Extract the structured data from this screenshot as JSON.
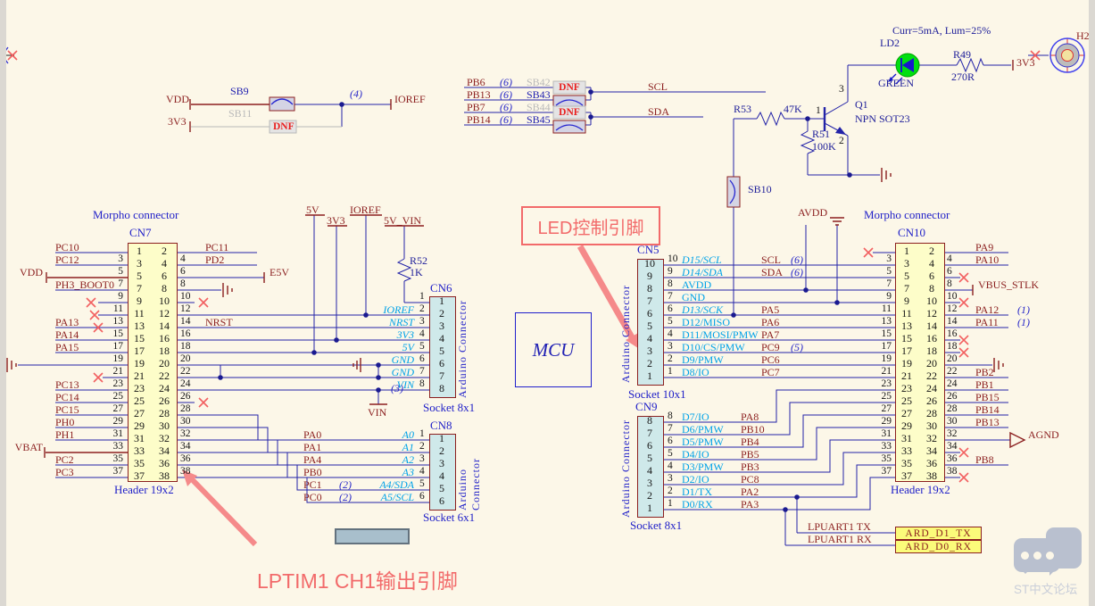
{
  "annotations": {
    "led_callout": "LED控制引脚",
    "lptim_note": "LPTIM1 CH1输出引脚"
  },
  "watermark": "ST中文论坛",
  "avdd": "AVDD",
  "top_left": {
    "vdd": "VDD",
    "v33": "3V3",
    "sb9": "SB9",
    "sb11": "SB11",
    "dnf": "DNF",
    "tag4": "(4)",
    "ioref": "IOREF"
  },
  "i2c": {
    "dnf": "DNF",
    "scl": "SCL",
    "sda": "SDA",
    "rows": [
      {
        "pin": "PB6",
        "tag": "(6)",
        "sb": "SB42",
        "gray": true,
        "dnf": true
      },
      {
        "pin": "PB13",
        "tag": "(6)",
        "sb": "SB43"
      },
      {
        "pin": "PB7",
        "tag": "(6)",
        "sb": "SB44",
        "gray": true,
        "dnf": true
      },
      {
        "pin": "PB14",
        "tag": "(6)",
        "sb": "SB45"
      }
    ]
  },
  "led": {
    "note": "Curr=5mA, Lum=25%",
    "ld2": "LD2",
    "color_label": "GREEN",
    "r49": "R49",
    "r49_value": "270R",
    "v33": "3V3",
    "h2": "H2",
    "r53": "R53",
    "r53_value": "47K",
    "q1": "Q1",
    "q1_type": "NPN SOT23",
    "r51": "R51",
    "r51_value": "100K",
    "sb10": "SB10",
    "pin1": "1",
    "pin2": "2",
    "pin3": "3"
  },
  "cn6_rails": {
    "v5": "5V",
    "v33": "3V3",
    "ioref": "IOREF",
    "v5vin": "5V_VIN",
    "r52": "R52",
    "r52_value": "1K",
    "vin": "VIN",
    "tag3": "(3)"
  },
  "cn7": {
    "title": "Morpho connector",
    "ref": "CN7",
    "footer": "Header 19x2",
    "rows": [
      {
        "n": [
          "1",
          "2"
        ],
        "l": {
          "lbl": "PC10"
        },
        "r": {
          "lbl": "PC11"
        }
      },
      {
        "n": [
          "3",
          "4"
        ],
        "l": {
          "num": "3",
          "lbl": "PC12"
        },
        "r": {
          "num": "4",
          "lbl": "PD2"
        }
      },
      {
        "n": [
          "5",
          "6"
        ],
        "l": {
          "num": "5",
          "port": "VDD"
        },
        "r": {
          "num": "6",
          "port": "E5V"
        }
      },
      {
        "n": [
          "7",
          "8"
        ],
        "l": {
          "num": "7",
          "lbl": "PH3_BOOT0"
        },
        "r": {
          "num": "8",
          "gnd": true
        }
      },
      {
        "n": [
          "9",
          "10"
        ],
        "l": {
          "num": "9",
          "x": true
        },
        "r": {
          "num": "10",
          "x": true
        }
      },
      {
        "n": [
          "11",
          "12"
        ],
        "l": {
          "num": "11",
          "x": true
        },
        "r": {
          "num": "12"
        }
      },
      {
        "n": [
          "13",
          "14"
        ],
        "l": {
          "num": "13",
          "lbl": "PA13",
          "x": true
        },
        "r": {
          "num": "14",
          "lbl": "NRST"
        }
      },
      {
        "n": [
          "15",
          "16"
        ],
        "l": {
          "num": "15",
          "lbl": "PA14"
        },
        "r": {
          "num": "16"
        }
      },
      {
        "n": [
          "17",
          "18"
        ],
        "l": {
          "num": "17",
          "lbl": "PA15"
        },
        "r": {
          "num": "18"
        }
      },
      {
        "n": [
          "19",
          "20"
        ],
        "l": {
          "num": "19",
          "gnd": true
        },
        "r": {
          "num": "20"
        }
      },
      {
        "n": [
          "21",
          "22"
        ],
        "l": {
          "num": "21",
          "x": true
        },
        "r": {
          "num": "22"
        }
      },
      {
        "n": [
          "23",
          "24"
        ],
        "l": {
          "num": "23",
          "lbl": "PC13"
        },
        "r": {
          "num": "24"
        }
      },
      {
        "n": [
          "25",
          "26"
        ],
        "l": {
          "num": "25",
          "lbl": "PC14"
        },
        "r": {
          "num": "26",
          "x": true
        }
      },
      {
        "n": [
          "27",
          "28"
        ],
        "l": {
          "num": "27",
          "lbl": "PC15"
        },
        "r": {
          "num": "28"
        }
      },
      {
        "n": [
          "29",
          "30"
        ],
        "l": {
          "num": "29",
          "lbl": "PH0"
        },
        "r": {
          "num": "30"
        }
      },
      {
        "n": [
          "31",
          "32"
        ],
        "l": {
          "num": "31",
          "lbl": "PH1"
        },
        "r": {
          "num": "32"
        }
      },
      {
        "n": [
          "33",
          "34"
        ],
        "l": {
          "num": "33",
          "port": "VBAT"
        },
        "r": {
          "num": "34"
        }
      },
      {
        "n": [
          "35",
          "36"
        ],
        "l": {
          "num": "35",
          "lbl": "PC2"
        },
        "r": {
          "num": "36"
        }
      },
      {
        "n": [
          "37",
          "38"
        ],
        "l": {
          "num": "37",
          "lbl": "PC3"
        },
        "r": {
          "num": "38"
        }
      }
    ]
  },
  "cn10": {
    "title": "Morpho connector",
    "ref": "CN10",
    "footer": "Header 19x2",
    "rows": [
      {
        "n": [
          "1",
          "2"
        ],
        "l": {
          "x": true
        },
        "r": {
          "lbl": "PA9"
        }
      },
      {
        "n": [
          "3",
          "4"
        ],
        "l": {
          "num": "3"
        },
        "r": {
          "num": "4",
          "lbl": "PA10"
        }
      },
      {
        "n": [
          "5",
          "6"
        ],
        "l": {
          "num": "5"
        },
        "r": {
          "num": "6",
          "x": true
        }
      },
      {
        "n": [
          "7",
          "8"
        ],
        "l": {
          "num": "7"
        },
        "r": {
          "num": "8",
          "port": "VBUS_STLK"
        }
      },
      {
        "n": [
          "9",
          "10"
        ],
        "l": {
          "num": "9"
        },
        "r": {
          "num": "10",
          "x": true
        }
      },
      {
        "n": [
          "11",
          "12"
        ],
        "l": {
          "num": "11"
        },
        "r": {
          "num": "12",
          "lbl": "PA12",
          "tag": "(1)"
        }
      },
      {
        "n": [
          "13",
          "14"
        ],
        "l": {
          "num": "13"
        },
        "r": {
          "num": "14",
          "lbl": "PA11",
          "tag": "(1)"
        }
      },
      {
        "n": [
          "15",
          "16"
        ],
        "l": {
          "num": "15"
        },
        "r": {
          "num": "16",
          "x": true
        }
      },
      {
        "n": [
          "17",
          "18"
        ],
        "l": {
          "num": "17"
        },
        "r": {
          "num": "18",
          "x": true
        }
      },
      {
        "n": [
          "19",
          "20"
        ],
        "l": {
          "num": "19"
        },
        "r": {
          "num": "20",
          "gnd": true
        }
      },
      {
        "n": [
          "21",
          "22"
        ],
        "l": {
          "num": "21"
        },
        "r": {
          "num": "22",
          "lbl": "PB2"
        }
      },
      {
        "n": [
          "23",
          "24"
        ],
        "l": {
          "num": "23"
        },
        "r": {
          "num": "24",
          "lbl": "PB1"
        }
      },
      {
        "n": [
          "25",
          "26"
        ],
        "l": {
          "num": "25"
        },
        "r": {
          "num": "26",
          "lbl": "PB15"
        }
      },
      {
        "n": [
          "27",
          "28"
        ],
        "l": {
          "num": "27"
        },
        "r": {
          "num": "28",
          "lbl": "PB14"
        }
      },
      {
        "n": [
          "29",
          "30"
        ],
        "l": {
          "num": "29"
        },
        "r": {
          "num": "30",
          "lbl": "PB13"
        }
      },
      {
        "n": [
          "31",
          "32"
        ],
        "l": {
          "num": "31"
        },
        "r": {
          "num": "32",
          "agnd": "AGND"
        }
      },
      {
        "n": [
          "33",
          "34"
        ],
        "l": {
          "num": "33"
        },
        "r": {
          "num": "34",
          "x": true
        }
      },
      {
        "n": [
          "35",
          "36"
        ],
        "l": {
          "num": "35"
        },
        "r": {
          "num": "36",
          "lbl": "PB8"
        }
      },
      {
        "n": [
          "37",
          "38"
        ],
        "l": {
          "num": "37"
        },
        "r": {
          "num": "38",
          "x": true
        }
      }
    ]
  },
  "cn5": {
    "ref": "CN5",
    "footer": "Socket 10x1",
    "side": "Arduino Connector",
    "rows": [
      {
        "num": "10",
        "name": "D15/SCL",
        "it": true,
        "net": "SCL",
        "tag": "(6)"
      },
      {
        "num": "9",
        "name": "D14/SDA",
        "it": true,
        "net": "SDA",
        "tag": "(6)"
      },
      {
        "num": "8",
        "name": "AVDD"
      },
      {
        "num": "7",
        "name": "GND"
      },
      {
        "num": "6",
        "name": "D13/SCK",
        "it": true,
        "net": "PA5"
      },
      {
        "num": "5",
        "name": "D12/MISO",
        "net": "PA6"
      },
      {
        "num": "4",
        "name": "D11/MOSI/PMW",
        "net": "PA7"
      },
      {
        "num": "3",
        "name": "D10/CS/PMW",
        "net": "PC9",
        "tag": "(5)"
      },
      {
        "num": "2",
        "name": "D9/PMW",
        "net": "PC6"
      },
      {
        "num": "1",
        "name": "D8/IO",
        "net": "PC7"
      }
    ]
  },
  "cn9": {
    "ref": "CN9",
    "footer": "Socket 8x1",
    "side": "Arduino Connector",
    "rows": [
      {
        "num": "8",
        "name": "D7/IO",
        "net": "PA8"
      },
      {
        "num": "7",
        "name": "D6/PMW",
        "net": "PB10"
      },
      {
        "num": "6",
        "name": "D5/PMW",
        "net": "PB4"
      },
      {
        "num": "5",
        "name": "D4/IO",
        "net": "PB5"
      },
      {
        "num": "4",
        "name": "D3/PMW",
        "net": "PB3"
      },
      {
        "num": "3",
        "name": "D2/IO",
        "net": "PC8"
      },
      {
        "num": "2",
        "name": "D1/TX",
        "net": "PA2"
      },
      {
        "num": "1",
        "name": "D0/RX",
        "net": "PA3"
      }
    ]
  },
  "cn6": {
    "ref": "CN6",
    "footer": "Socket 8x1",
    "side": "Arduino Connector",
    "rows": [
      {
        "num": "1"
      },
      {
        "num": "2",
        "net": "IOREF"
      },
      {
        "num": "3",
        "net": "NRST"
      },
      {
        "num": "4",
        "net": "3V3"
      },
      {
        "num": "5",
        "net": "5V"
      },
      {
        "num": "6",
        "net": "GND"
      },
      {
        "num": "7",
        "net": "GND"
      },
      {
        "num": "8",
        "net": "VIN"
      }
    ]
  },
  "cn8": {
    "ref": "CN8",
    "footer": "Socket 6x1",
    "side": "Arduino Connector",
    "rows": [
      {
        "mcu": "PA0",
        "net": "A0"
      },
      {
        "mcu": "PA1",
        "net": "A1"
      },
      {
        "mcu": "PA4",
        "net": "A2"
      },
      {
        "mcu": "PB0",
        "net": "A3"
      },
      {
        "mcu": "PC1",
        "tag": "(2)",
        "net": "A4/SDA"
      },
      {
        "mcu": "PC0",
        "tag": "(2)",
        "net": "A5/SCL"
      }
    ]
  },
  "lpuart": {
    "tx": "LPUART1 TX",
    "rx": "LPUART1 RX",
    "ard_tx": "ARD_D1_TX",
    "ard_rx": "ARD_D0_RX"
  },
  "mcu": "MCU"
}
